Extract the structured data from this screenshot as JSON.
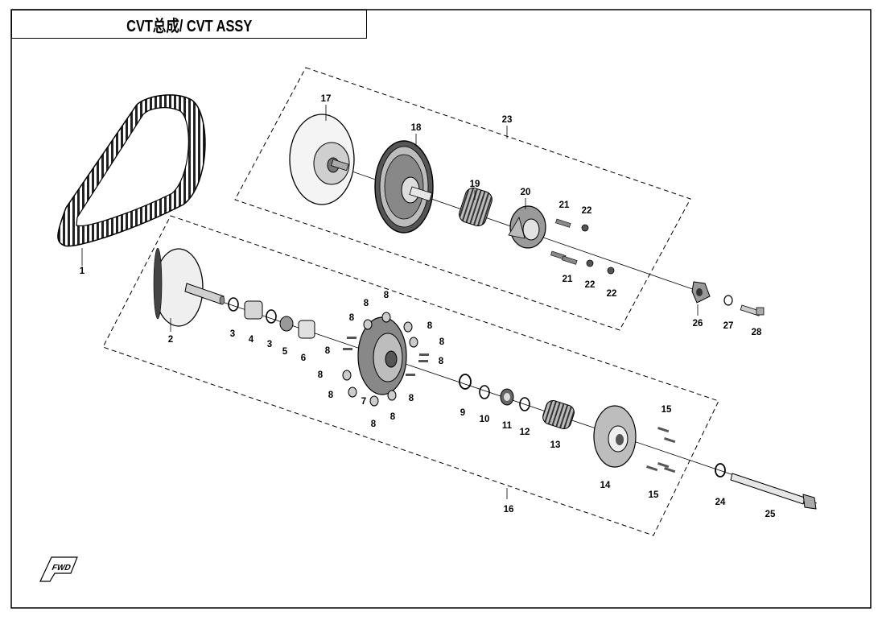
{
  "title": "CVT总成/ CVT ASSY",
  "fwd_label": "FWD",
  "callouts": {
    "c1": "1",
    "c2": "2",
    "c3a": "3",
    "c3b": "3",
    "c4": "4",
    "c5": "5",
    "c6": "6",
    "c7": "7",
    "c8a": "8",
    "c8b": "8",
    "c8c": "8",
    "c8d": "8",
    "c8e": "8",
    "c8f": "8",
    "c8g": "8",
    "c8h": "8",
    "c8i": "8",
    "c8j": "8",
    "c8k": "8",
    "c8l": "8",
    "c9": "9",
    "c10": "10",
    "c11": "11",
    "c12": "12",
    "c13": "13",
    "c14": "14",
    "c15a": "15",
    "c15b": "15",
    "c16": "16",
    "c17": "17",
    "c18": "18",
    "c19": "19",
    "c20": "20",
    "c21a": "21",
    "c21b": "21",
    "c22a": "22",
    "c22b": "22",
    "c22c": "22",
    "c23": "23",
    "c24": "24",
    "c25": "25",
    "c26": "26",
    "c27": "27",
    "c28": "28"
  },
  "colors": {
    "line": "#000000",
    "part_fill": "#d9d9d9",
    "part_dark": "#6e6e6e",
    "background": "#ffffff"
  }
}
